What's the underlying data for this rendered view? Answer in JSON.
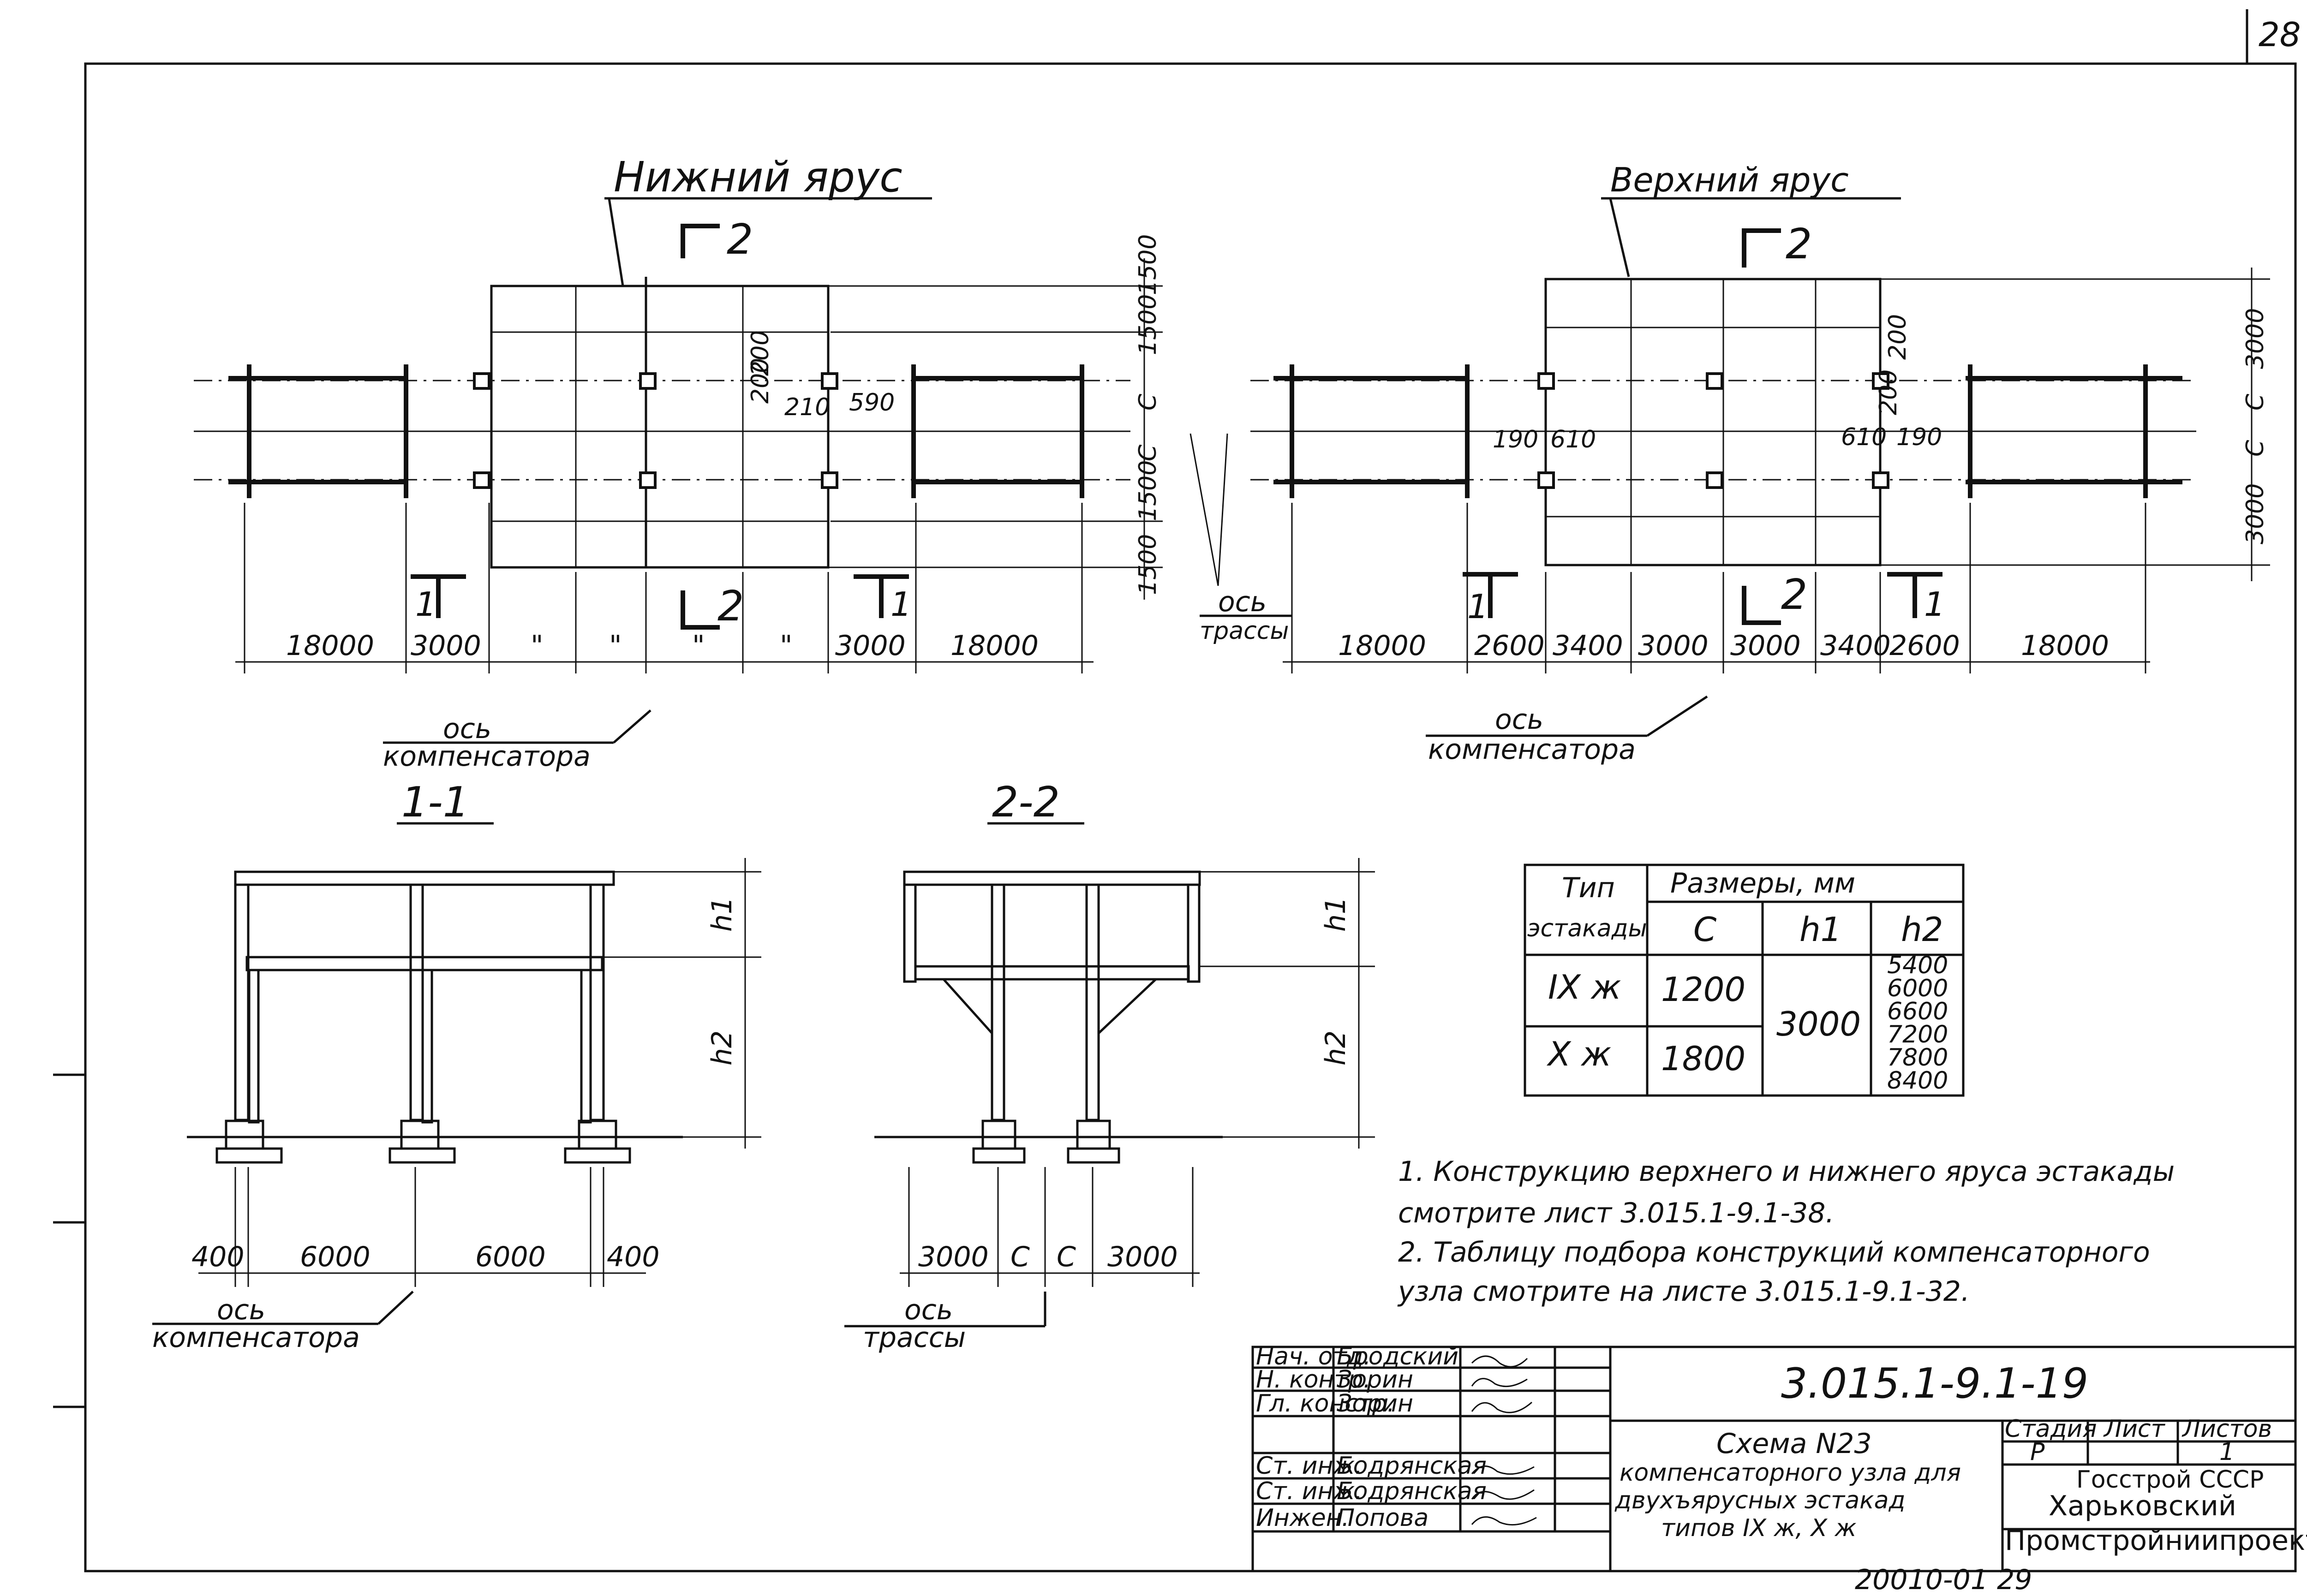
{
  "sheet_number": "28",
  "plan_lower": {
    "title": "Нижний ярус",
    "section_mark": "2",
    "section_mark_bottom": "2",
    "section_mark_1": "1",
    "section_mark_1b": "1",
    "dims_bottom": [
      "18000",
      "3000",
      "\"",
      "\"",
      "\"",
      "\"",
      "3000",
      "18000"
    ],
    "dims_right": [
      "1500",
      "1500",
      "C",
      "C",
      "1500",
      "1500"
    ],
    "dims_small": [
      "200",
      "200",
      "210",
      "590"
    ],
    "axis_label_1": "ось",
    "axis_label_2": "компенсатора",
    "route_label_1": "ось",
    "route_label_2": "трассы"
  },
  "plan_upper": {
    "title": "Верхний ярус",
    "section_mark": "2",
    "section_mark_bottom": "2",
    "section_mark_1": "1",
    "section_mark_1b": "1",
    "dims_bottom": [
      "18000",
      "2600",
      "3400",
      "3000",
      "3000",
      "3400",
      "2600",
      "18000"
    ],
    "dims_right": [
      "3000",
      "C",
      "C",
      "3000"
    ],
    "dims_small_left": [
      "190",
      "610"
    ],
    "dims_small_right": [
      "610",
      "190"
    ],
    "dims_small_v": [
      "200",
      "200"
    ],
    "axis_label_1": "ось",
    "axis_label_2": "компенсатора"
  },
  "section_1": {
    "title": "1-1",
    "dims_bottom": [
      "400",
      "6000",
      "6000",
      "400"
    ],
    "h1": "h1",
    "h2": "h2",
    "axis_label_1": "ось",
    "axis_label_2": "компенсатора"
  },
  "section_2": {
    "title": "2-2",
    "dims_bottom": [
      "3000",
      "C",
      "C",
      "3000"
    ],
    "h1": "h1",
    "h2": "h2",
    "axis_label_1": "ось",
    "axis_label_2": "трассы"
  },
  "size_table": {
    "head_type_1": "Тип",
    "head_type_2": "эстакады",
    "head_sizes": "Размеры, мм",
    "col_c": "C",
    "col_h1": "h1",
    "col_h2": "h2",
    "rows": [
      {
        "type": "IX ж",
        "c": "1200"
      },
      {
        "type": "X ж",
        "c": "1800"
      }
    ],
    "h1_value": "3000",
    "h2_values": [
      "5400",
      "6000",
      "6600",
      "7200",
      "7800",
      "8400"
    ]
  },
  "notes": [
    "1. Конструкцию верхнего и нижнего яруса эстакады",
    "смотрите лист 3.015.1-9.1-38.",
    "2. Таблицу подбора конструкций компенсаторного",
    "узла смотрите на листе 3.015.1-9.1-32."
  ],
  "title_block": {
    "doc_code": "3.015.1-9.1-19",
    "title_lines": [
      "Схема N23",
      "компенсаторного узла для",
      "двухъярусных эстакад",
      "типов IX ж, X ж"
    ],
    "stage_label": "Стадия",
    "sheet_label": "Лист",
    "sheets_label": "Листов",
    "stage": "Р",
    "sheets": "1",
    "org_1": "Госстрой СССР",
    "org_2": "Харьковский",
    "org_3": "Промстройниипроект",
    "staff": [
      {
        "role": "Нач. отд.",
        "name": "Бродский"
      },
      {
        "role": "Н. контр.",
        "name": "Зорин"
      },
      {
        "role": "Гл. констр.",
        "name": "Зорин"
      },
      {
        "role": "",
        "name": ""
      },
      {
        "role": "Ст. инж.",
        "name": "Бодрянская"
      },
      {
        "role": "Ст. инж.",
        "name": "Бодрянская"
      },
      {
        "role": "Инжен.",
        "name": "Попова"
      }
    ],
    "archive_number": "20010-01 29"
  }
}
